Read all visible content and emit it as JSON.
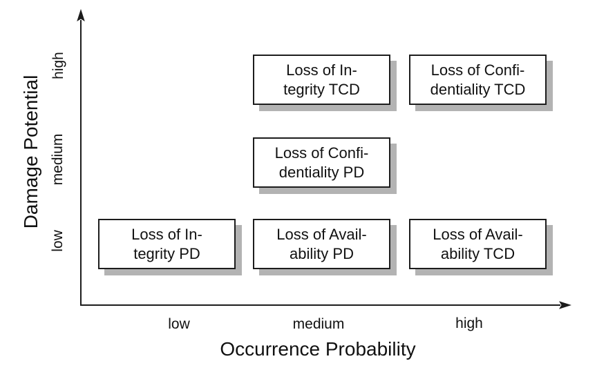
{
  "figure": {
    "type": "risk-matrix-diagram",
    "y_axis": {
      "title": "Damage Potential",
      "ticks": [
        "high",
        "medium",
        "low"
      ]
    },
    "x_axis": {
      "title": "Occurrence Probability",
      "ticks": [
        "low",
        "medium",
        "high"
      ]
    },
    "boxes": [
      {
        "name": "loss-integrity-tcd",
        "line1": "Loss of In-",
        "line2": "tegrity TCD",
        "x": "medium",
        "y": "high"
      },
      {
        "name": "loss-confidentiality-tcd",
        "line1": "Loss of Confi-",
        "line2": "dentiality TCD",
        "x": "high",
        "y": "high"
      },
      {
        "name": "loss-confidentiality-pd",
        "line1": "Loss of Confi-",
        "line2": "dentiality PD",
        "x": "medium",
        "y": "medium"
      },
      {
        "name": "loss-integrity-pd",
        "line1": "Loss of In-",
        "line2": "tegrity PD",
        "x": "low",
        "y": "low"
      },
      {
        "name": "loss-availability-pd",
        "line1": "Loss of Avail-",
        "line2": "ability PD",
        "x": "medium",
        "y": "low"
      },
      {
        "name": "loss-availability-tcd",
        "line1": "Loss of Avail-",
        "line2": "ability TCD",
        "x": "high",
        "y": "low"
      }
    ],
    "colors": {
      "background": "#ffffff",
      "axis_line": "#1c1c1c",
      "box_border": "#1c1c1c",
      "box_background": "#ffffff",
      "box_shadow": "#b3b3b3",
      "text": "#111111"
    }
  },
  "chart_data": {
    "type": "scatter",
    "title": "",
    "xlabel": "Occurrence Probability",
    "ylabel": "Damage Potential",
    "x_categories": [
      "low",
      "medium",
      "high"
    ],
    "y_categories": [
      "low",
      "medium",
      "high"
    ],
    "grid": false,
    "points": [
      {
        "label": "Loss of Integrity TCD",
        "x": "medium",
        "y": "high"
      },
      {
        "label": "Loss of Confidentiality TCD",
        "x": "high",
        "y": "high"
      },
      {
        "label": "Loss of Confidentiality PD",
        "x": "medium",
        "y": "medium"
      },
      {
        "label": "Loss of Integrity PD",
        "x": "low",
        "y": "low"
      },
      {
        "label": "Loss of Availability PD",
        "x": "medium",
        "y": "low"
      },
      {
        "label": "Loss of Availability TCD",
        "x": "high",
        "y": "low"
      }
    ]
  }
}
